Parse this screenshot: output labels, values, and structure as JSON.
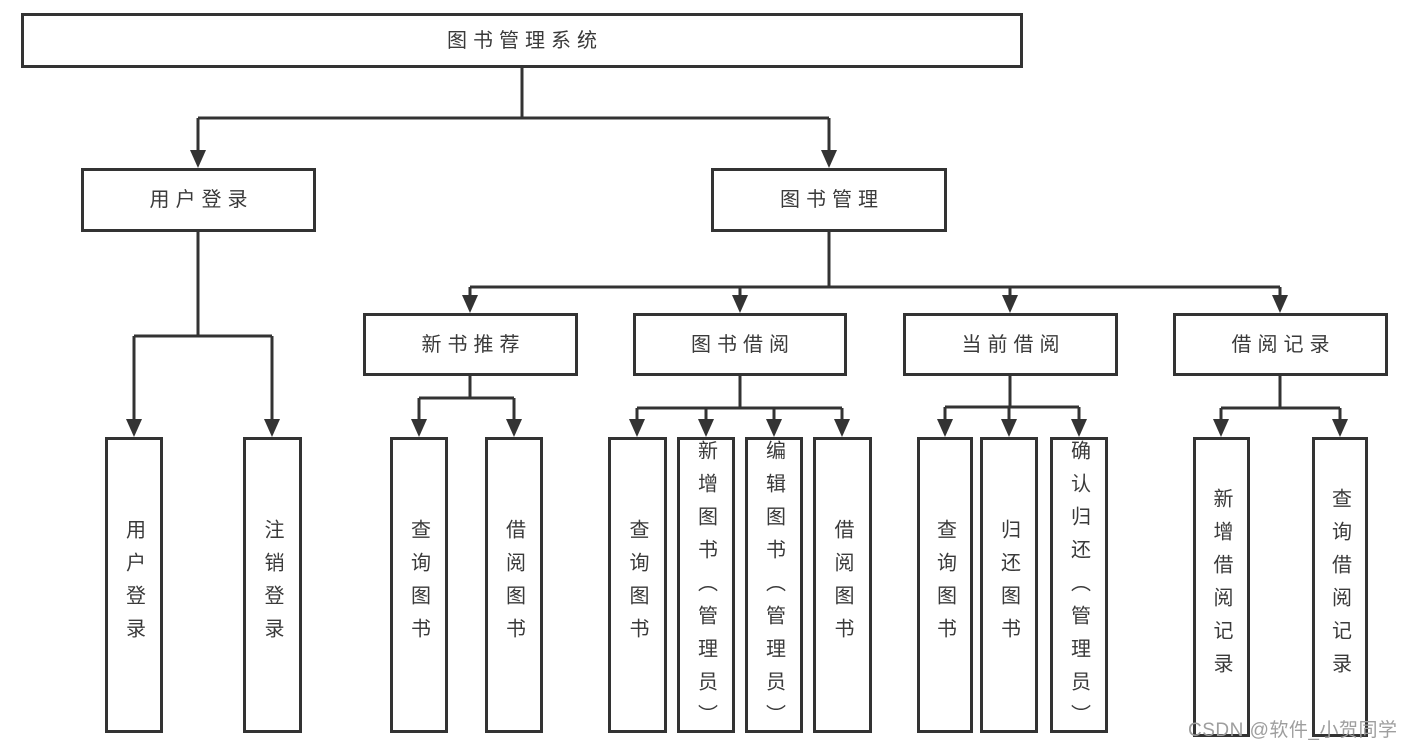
{
  "diagram": {
    "root": "图书管理系统",
    "branches": [
      {
        "label": "用户登录",
        "children": [
          "用户登录",
          "注销登录"
        ]
      },
      {
        "label": "图书管理",
        "children": [
          {
            "label": "新书推荐",
            "children": [
              "查询图书",
              "借阅图书"
            ]
          },
          {
            "label": "图书借阅",
            "children": [
              "查询图书",
              "新增图书（管理员）",
              "编辑图书（管理员）",
              "借阅图书"
            ]
          },
          {
            "label": "当前借阅",
            "children": [
              "查询图书",
              "归还图书",
              "确认归还（管理员）"
            ]
          },
          {
            "label": "借阅记录",
            "children": [
              "新增借阅记录",
              "查询借阅记录"
            ]
          }
        ]
      }
    ]
  },
  "watermark": "CSDN @软件_小贺同学",
  "colors": {
    "line": "#333333",
    "text": "#3a3a3a",
    "watermark": "#9e9e9e",
    "background": "#ffffff"
  }
}
